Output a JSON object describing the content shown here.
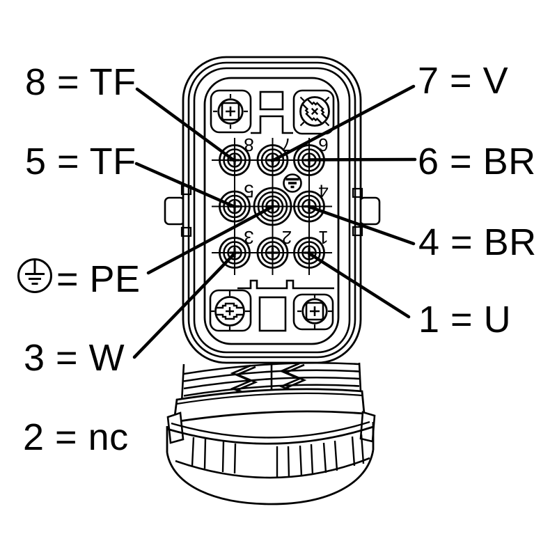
{
  "figure": {
    "kind": "connector-pinout-line-drawing",
    "ink_color": "#000000",
    "background_color": "#ffffff"
  },
  "callouts": {
    "separator": "=",
    "left": [
      {
        "pin": "8",
        "signal": "TF",
        "text": "8 = TF"
      },
      {
        "pin": "5",
        "signal": "TF",
        "text": "5 = TF"
      },
      {
        "pin": "earth-symbol",
        "signal": "PE",
        "text": "= PE"
      },
      {
        "pin": "3",
        "signal": "W",
        "text": "3 = W"
      },
      {
        "pin": "2",
        "signal": "nc",
        "text": "2 = nc"
      }
    ],
    "right": [
      {
        "pin": "7",
        "signal": "V",
        "text": "7 = V"
      },
      {
        "pin": "6",
        "signal": "BR",
        "text": "6 = BR"
      },
      {
        "pin": "4",
        "signal": "BR",
        "text": "4 = BR"
      },
      {
        "pin": "1",
        "signal": "U",
        "text": "1 = U"
      }
    ]
  },
  "face": {
    "pin_numbers": [
      "8",
      "7",
      "6",
      "5",
      "4",
      "3",
      "2",
      "1"
    ],
    "center_marker": "protective-earth"
  }
}
